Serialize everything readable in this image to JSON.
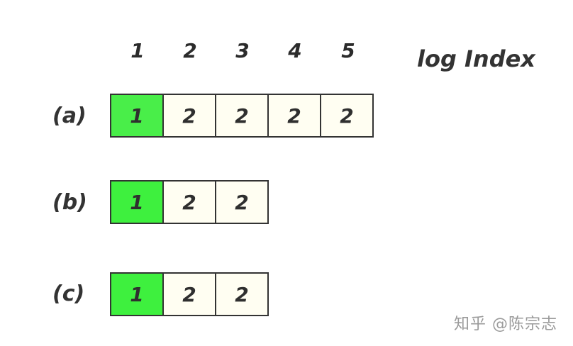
{
  "header": {
    "indexes": [
      "1",
      "2",
      "3",
      "4",
      "5"
    ],
    "title": "log Index"
  },
  "rows": [
    {
      "label": "(a)",
      "cells": [
        {
          "value": "1",
          "state": "committed",
          "color": "#49ee49"
        },
        {
          "value": "2",
          "state": "normal",
          "color": "#fffef2"
        },
        {
          "value": "2",
          "state": "normal",
          "color": "#fffef2"
        },
        {
          "value": "2",
          "state": "normal",
          "color": "#fffef2"
        },
        {
          "value": "2",
          "state": "normal",
          "color": "#fffef2"
        }
      ]
    },
    {
      "label": "(b)",
      "cells": [
        {
          "value": "1",
          "state": "committed",
          "color": "#3ef03e"
        },
        {
          "value": "2",
          "state": "normal",
          "color": "#fffef2"
        },
        {
          "value": "2",
          "state": "normal",
          "color": "#fffef2"
        }
      ]
    },
    {
      "label": "(c)",
      "cells": [
        {
          "value": "1",
          "state": "committed",
          "color": "#3ef03e"
        },
        {
          "value": "2",
          "state": "normal",
          "color": "#fffef2"
        },
        {
          "value": "2",
          "state": "normal",
          "color": "#fffef2"
        }
      ]
    }
  ],
  "watermark": "知乎 @陈宗志"
}
